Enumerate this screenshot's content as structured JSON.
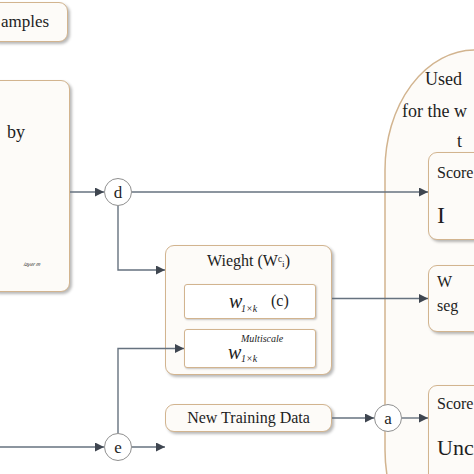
{
  "diagram": {
    "nodes": [
      {
        "text": [
          "amples"
        ]
      },
      {
        "text": [
          "by"
        ]
      },
      {
        "text": [
          "Used",
          "for the w",
          "t"
        ]
      },
      {
        "text": [
          "d"
        ]
      },
      {
        "text": [
          "Score",
          "I"
        ],
        "in": 2
      },
      {
        "text": [
          "Wieght (Wᶜᵢ)"
        ]
      },
      {
        "text": [
          "w",
          "1×k",
          "(c)"
        ],
        "in": 5
      },
      {
        "text": [
          "w",
          "Multiscale",
          "1×k"
        ],
        "in": 5
      },
      {
        "text": [
          "W",
          "seg"
        ],
        "in": 2
      },
      {
        "text": [
          "e"
        ]
      },
      {
        "text": [
          "New Training Data"
        ]
      },
      {
        "text": [
          "a"
        ]
      },
      {
        "text": [
          "Score",
          "Unc"
        ],
        "in": 2
      }
    ],
    "edges": [
      {
        "from": 1,
        "to": 3,
        "arrow": "to"
      },
      {
        "from": 3,
        "to": 4,
        "arrow": "to"
      },
      {
        "from": 3,
        "to": 5,
        "arrow": "to"
      },
      {
        "from": 9,
        "to": 7,
        "arrow": "to"
      },
      {
        "from": 9,
        "to": 10,
        "arrow": "to"
      },
      {
        "from": 10,
        "to": 11,
        "arrow": "to"
      },
      {
        "from": 11,
        "to": 12,
        "arrow": "to"
      },
      {
        "from": 5,
        "to": 8,
        "arrow": "to"
      }
    ],
    "labels": [
      "layer m"
    ]
  }
}
